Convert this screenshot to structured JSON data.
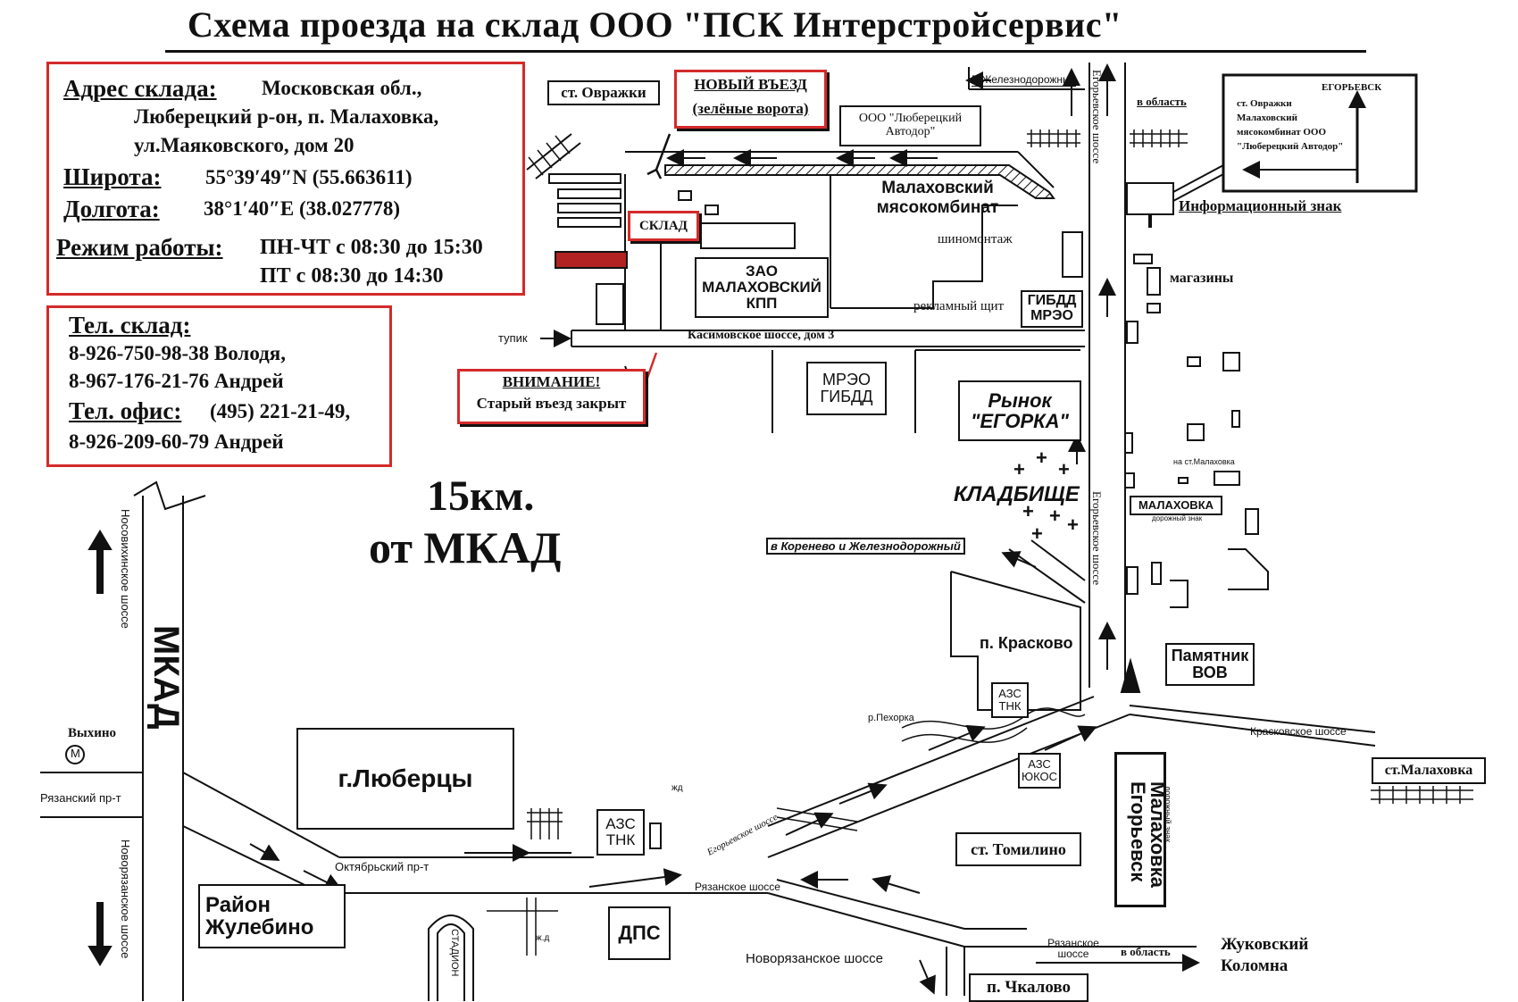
{
  "title": "Схема проезда на склад ООО \"ПСК Интерстройсервис\"",
  "address_box": {
    "address_label": "Адрес склада:",
    "address_line1": "Московская обл.,",
    "address_line2": "Люберецкий р-он, п. Малаховка,",
    "address_line3": "ул.Маяковского, дом 20",
    "lat_label": "Широта:",
    "lat_value": "55°39′49″N (55.663611)",
    "lon_label": "Долгота:",
    "lon_value": "38°1′40″E (38.027778)",
    "hours_label": "Режим работы:",
    "hours_line1": "ПН-ЧТ с 08:30 до 15:30",
    "hours_line2": "ПТ с 08:30 до 14:30"
  },
  "phone_box": {
    "warehouse_label": "Тел. склад:",
    "phone1": "8-926-750-98-38 Володя,",
    "phone2": "8-967-176-21-76 Андрей",
    "office_label": "Тел. офис:",
    "office_phone": "(495) 221-21-49,",
    "phone3": "8-926-209-60-79 Андрей"
  },
  "callouts": {
    "new_entry_line1": "НОВЫЙ ВЪЕЗД",
    "new_entry_line2": "(зелёные ворота)",
    "warning_line1": "ВНИМАНИЕ!",
    "warning_line2": "Старый въезд закрыт",
    "warehouse": "СКЛАД"
  },
  "distance": {
    "line1": "15км.",
    "line2": "от МКАД"
  },
  "labels": {
    "st_ovrazhki": "ст. Овражки",
    "zhd_direction": "В Железнодорожный",
    "v_oblast_top": "в область",
    "avtodor": "ООО \"Люберецкий Автодор\"",
    "meat_plant": "Малаховский мясокомбинат",
    "tire_service": "шиномонтаж",
    "zao_kpp": "ЗАО МАЛАХОВСКИЙ КПП",
    "billboard": "рекламный щит",
    "gibdd_mreo": "ГИБДД МРЭО",
    "tupik": "тупик",
    "kasimov": "Касимовское шоссе, дом 3",
    "mreo_gibdd": "МРЭО ГИБДД",
    "market": "Рынок \"ЕГОРКА\"",
    "cemetery": "КЛАДБИЩЕ",
    "korenevo": "в Коренево и Железнодорожный",
    "kraskovo": "п. Красково",
    "azs_tnk_top": "АЗС ТНК",
    "pekhorka": "р.Пехорка",
    "azs_yukos": "АЗС ЮКОС",
    "monument": "Памятник ВОВ",
    "kraskovo_hwy": "Красковское шоссе",
    "st_malakhovka": "ст.Малаховка",
    "egorievsk_sign": "Егорьевск",
    "malakhovka_sign": "Малаховка",
    "road_sign": "дорожный знак",
    "shops": "магазины",
    "to_st_malakhovka": "на ст.Малаховка",
    "malakhovka_box": "МАЛАХОВКА",
    "malakhovka_box_sub": "дорожный знак",
    "egorievskoe_top": "Егорьевское шоссе",
    "egorievskoe_mid": "Егорьевское шоссе",
    "egorievskoe_diag": "Егорьевское шоссе",
    "info_sign_label": "Информационный знак",
    "info_sign_egorievsk": "ЕГОРЬЕВСК",
    "info_sign_text": "ст. Овражки Малаховский мясокомбинат ООО \"Люберецкий Автодор\"",
    "noso": "Носовихинское шоссе",
    "mkad": "МКАД",
    "vykhino": "Выхино",
    "metro": "М",
    "ryazansky_pr": "Рязанский пр-т",
    "novoryaz_left": "Новорязанское шоссе",
    "lyubertsy": "г.Люберцы",
    "oktyabrsky": "Октябрьский пр-т",
    "zhulebino": "Район Жулебино",
    "stadium": "СТАДИОН",
    "zhd1": "ж.д",
    "zhd2": "жд",
    "azs_tnk_bottom": "АЗС ТНК",
    "dps": "ДПС",
    "ryazanskoe": "Рязанское шоссе",
    "tomilino": "ст. Томилино",
    "novoryaz_bottom": "Новорязанское шоссе",
    "ryaz_right": "Рязанское шоссе",
    "v_oblast_bottom": "в область",
    "zhukovsky": "Жуковский",
    "kolomna": "Коломна",
    "chkalovo": "п. Чкалово"
  },
  "colors": {
    "accent_red": "#d42a2a",
    "warehouse_fill": "#b22222"
  }
}
